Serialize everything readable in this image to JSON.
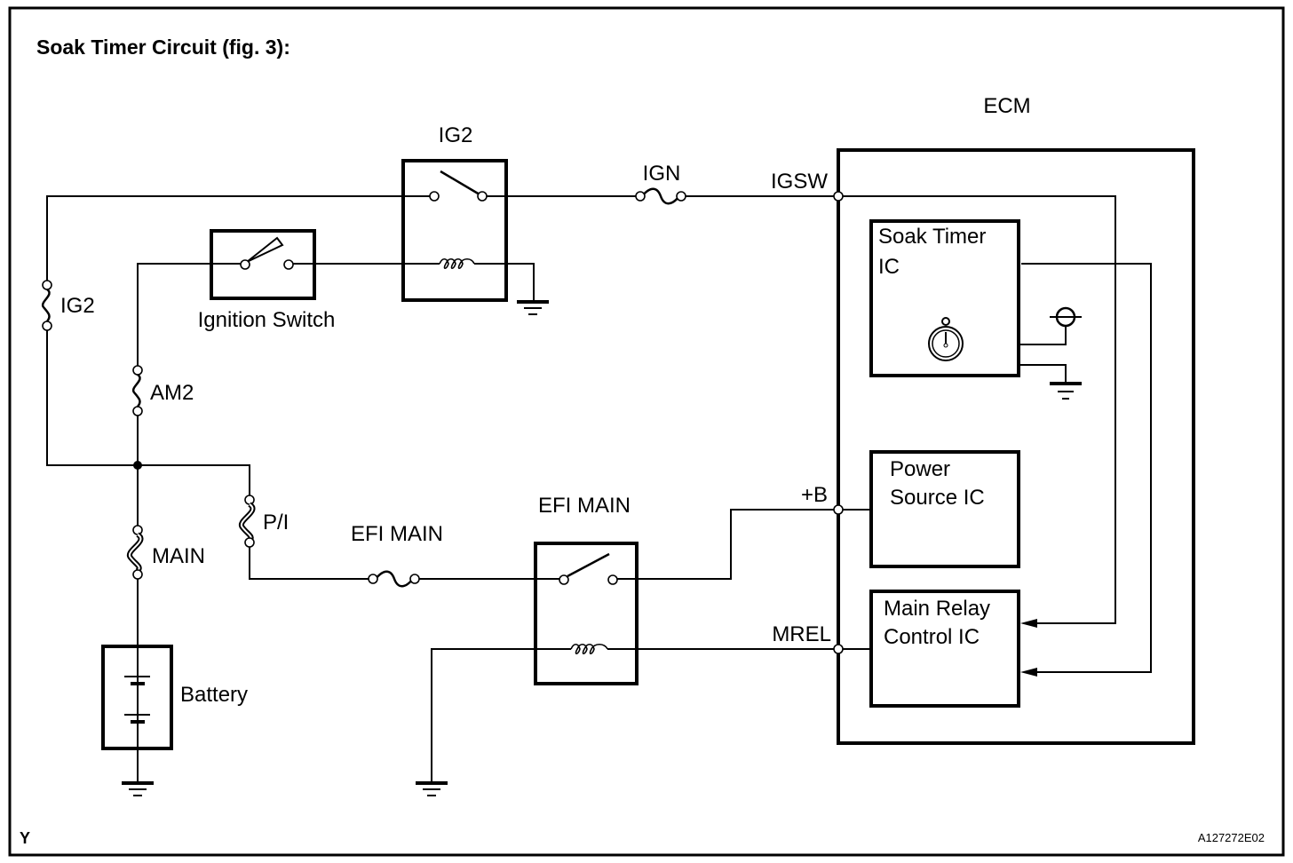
{
  "title": "Soak Timer Circuit (fig. 3):",
  "footer": {
    "corner_mark": "Y",
    "figure_code": "A127272E02"
  },
  "ecm": {
    "label": "ECM",
    "terminals": {
      "igsw": "IGSW",
      "plus_b": "+B",
      "mrel": "MREL"
    },
    "blocks": {
      "soak_timer": [
        "Soak Timer",
        "IC"
      ],
      "power_source": [
        "Power",
        "Source IC"
      ],
      "main_relay_control": [
        "Main Relay",
        "Control IC"
      ]
    }
  },
  "relays": {
    "ig2": "IG2",
    "efi_main": "EFI MAIN"
  },
  "fuses": {
    "ign": "IGN",
    "ig2": "IG2",
    "am2": "AM2",
    "main": "MAIN",
    "pi": "P/I",
    "efi_main": "EFI MAIN"
  },
  "components": {
    "ignition_switch": "Ignition Switch",
    "battery": "Battery"
  }
}
